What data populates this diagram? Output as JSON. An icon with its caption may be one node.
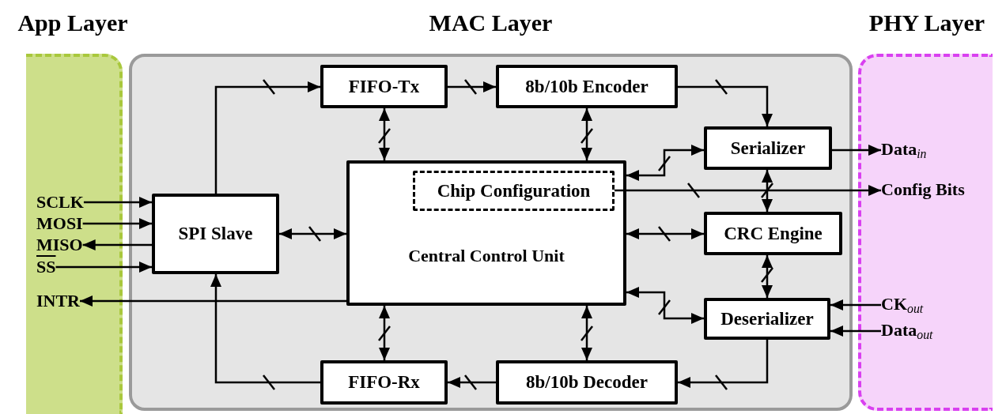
{
  "diagram": {
    "nodes": [
      {
        "text": [
          "App Layer"
        ]
      },
      {
        "text": [
          "MAC Layer"
        ]
      },
      {
        "text": [
          "PHY Layer"
        ]
      },
      {
        "text": [
          "FIFO-Tx"
        ],
        "in": 1
      },
      {
        "text": [
          "8b/10b Encoder"
        ],
        "in": 1
      },
      {
        "text": [
          "Serializer"
        ],
        "in": 1
      },
      {
        "text": [
          "SPI Slave"
        ],
        "in": 1
      },
      {
        "text": [
          "Central Control Unit"
        ],
        "in": 1
      },
      {
        "text": [
          "Chip Configuration"
        ],
        "in": 7
      },
      {
        "text": [
          "CRC Engine"
        ],
        "in": 1
      },
      {
        "text": [
          "Deserializer"
        ],
        "in": 1
      },
      {
        "text": [
          "FIFO-Rx"
        ],
        "in": 1
      },
      {
        "text": [
          "8b/10b Decoder"
        ],
        "in": 1
      },
      {
        "text": [
          "SCLK"
        ],
        "in": 0
      },
      {
        "text": [
          "MOSI"
        ],
        "in": 0
      },
      {
        "text": [
          "MISO"
        ],
        "in": 0
      },
      {
        "text": [
          "SS"
        ],
        "in": 0
      },
      {
        "text": [
          "INTR"
        ],
        "in": 0
      },
      {
        "text": [
          "Data$_{in}$"
        ],
        "in": 2
      },
      {
        "text": [
          "Config Bits"
        ],
        "in": 2
      },
      {
        "text": [
          "CK$_{out}$"
        ],
        "in": 2
      },
      {
        "text": [
          "Data$_{out}$"
        ],
        "in": 2
      }
    ],
    "edges": [
      {
        "from": 6,
        "to": 3,
        "arrow": "to"
      },
      {
        "from": 3,
        "to": 4,
        "arrow": "to"
      },
      {
        "from": 4,
        "to": 5,
        "arrow": "to"
      },
      {
        "from": 3,
        "to": 7,
        "arrow": "both"
      },
      {
        "from": 4,
        "to": 7,
        "arrow": "both"
      },
      {
        "from": 7,
        "to": 5,
        "arrow": "both"
      },
      {
        "from": 8,
        "to": 19,
        "arrow": "to"
      },
      {
        "from": 5,
        "to": 9,
        "arrow": "both"
      },
      {
        "from": 7,
        "to": 9,
        "arrow": "both"
      },
      {
        "from": 9,
        "to": 10,
        "arrow": "both"
      },
      {
        "from": 7,
        "to": 10,
        "arrow": "both"
      },
      {
        "from": 20,
        "to": 10,
        "arrow": "to"
      },
      {
        "from": 21,
        "to": 10,
        "arrow": "to"
      },
      {
        "from": 10,
        "to": 12,
        "arrow": "to"
      },
      {
        "from": 12,
        "to": 11,
        "arrow": "to"
      },
      {
        "from": 11,
        "to": 6,
        "arrow": "to"
      },
      {
        "from": 7,
        "to": 11,
        "arrow": "both"
      },
      {
        "from": 7,
        "to": 12,
        "arrow": "both"
      },
      {
        "from": 6,
        "to": 7,
        "arrow": "both"
      },
      {
        "from": 13,
        "to": 6,
        "arrow": "to"
      },
      {
        "from": 14,
        "to": 6,
        "arrow": "to"
      },
      {
        "from": 6,
        "to": 15,
        "arrow": "to"
      },
      {
        "from": 16,
        "to": 6,
        "arrow": "to"
      },
      {
        "from": 7,
        "to": 17,
        "arrow": "to"
      },
      {
        "from": 5,
        "to": 18,
        "arrow": "to"
      }
    ]
  }
}
